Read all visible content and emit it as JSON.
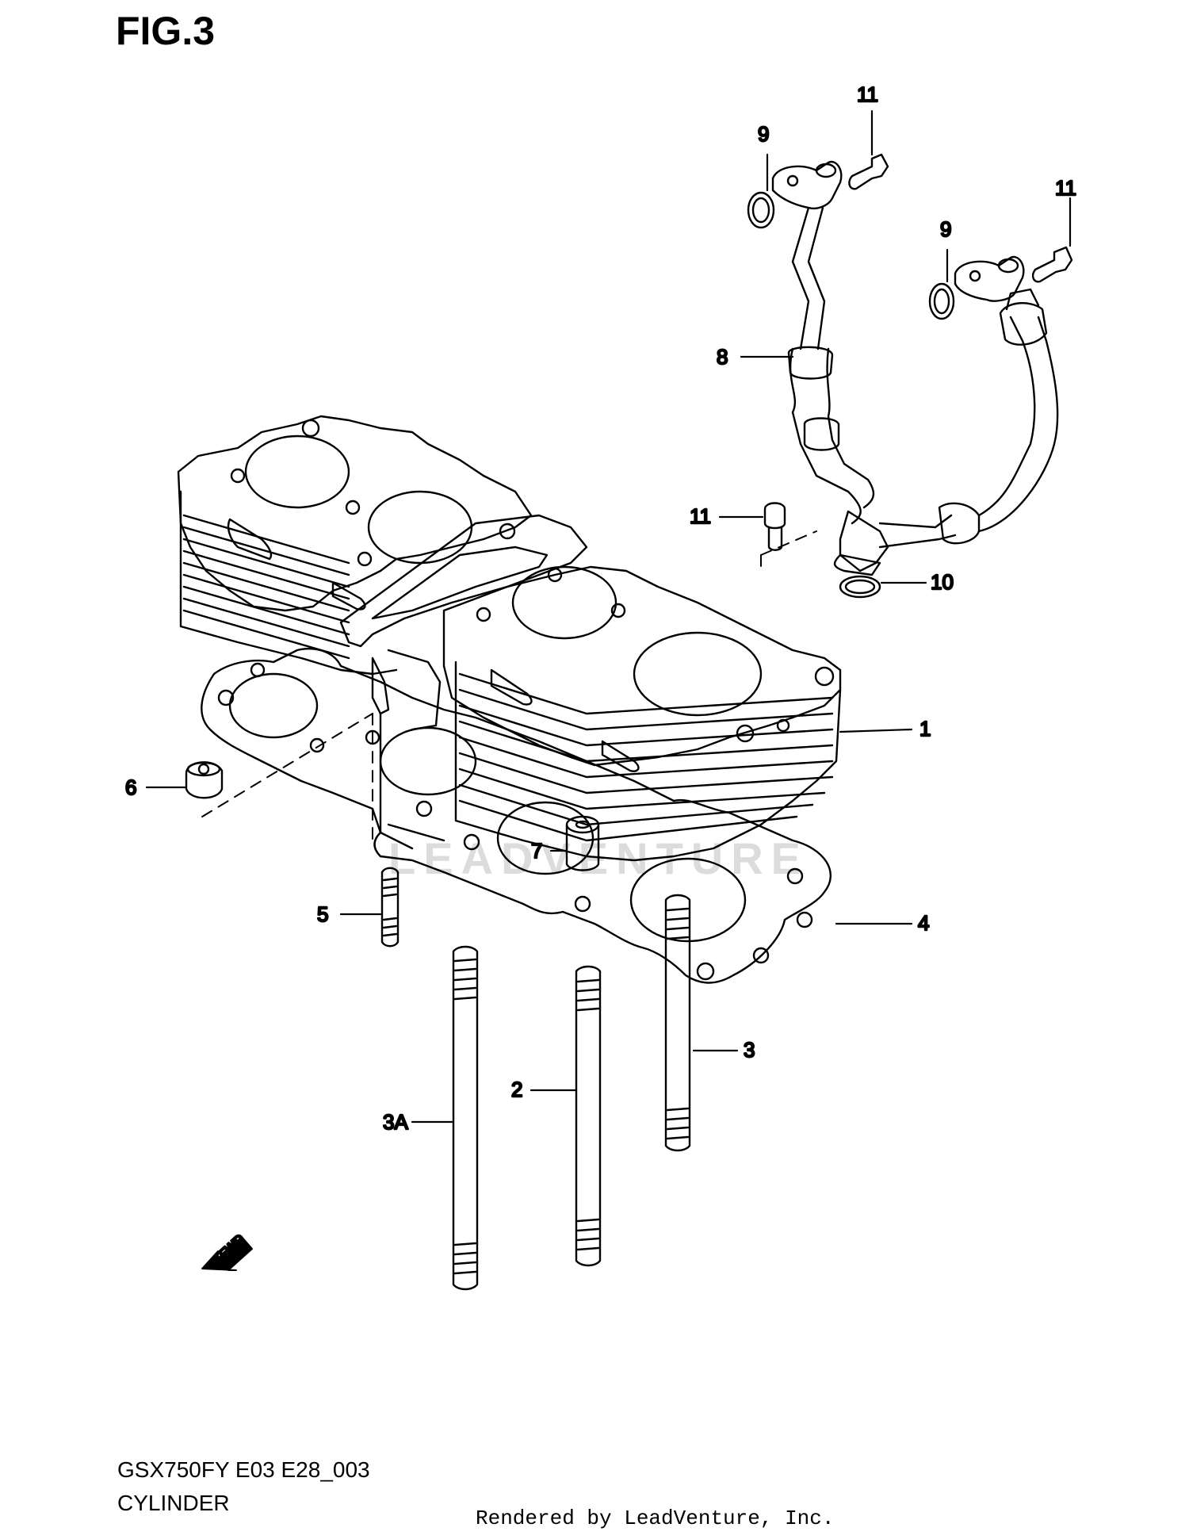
{
  "figure": {
    "title": "FIG.3"
  },
  "footer": {
    "model": "GSX750FY E03 E28_003",
    "section": "CYLINDER",
    "credit": "Rendered by LeadVenture, Inc."
  },
  "watermark": "LEADVENTURE",
  "fwd_label": "FWD",
  "callouts": {
    "c1": "1",
    "c2": "2",
    "c3": "3",
    "c3a": "3A",
    "c4": "4",
    "c5": "5",
    "c6": "6",
    "c7": "7",
    "c8": "8",
    "c9a": "9",
    "c9b": "9",
    "c10": "10",
    "c11a": "11",
    "c11b": "11",
    "c11c": "11"
  },
  "colors": {
    "line": "#000000",
    "watermark": "#dcdcdc",
    "background": "#ffffff"
  }
}
